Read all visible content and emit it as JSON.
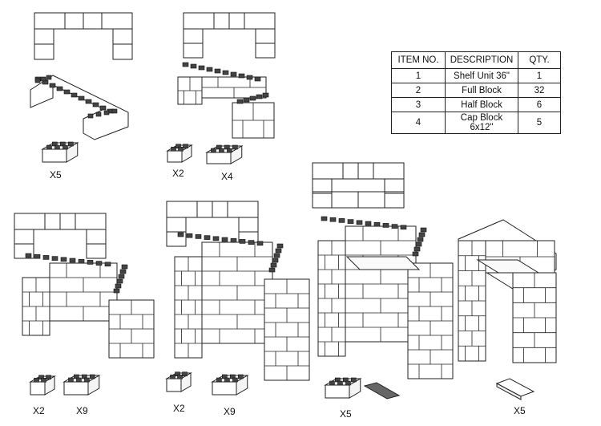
{
  "bom": {
    "headers": [
      "ITEM NO.",
      "DESCRIPTION",
      "QTY."
    ],
    "rows": [
      {
        "item": "1",
        "desc": "Shelf Unit 36\"",
        "qty": "1"
      },
      {
        "item": "2",
        "desc": "Full Block",
        "qty": "32"
      },
      {
        "item": "3",
        "desc": "Half Block",
        "qty": "6"
      },
      {
        "item": "4",
        "desc": "Cap Block\n6x12\"",
        "qty": "5"
      }
    ]
  },
  "step1": {
    "full_qty": "X5"
  },
  "step2": {
    "half_qty": "X2",
    "full_qty": "X4"
  },
  "step3": {
    "half_qty": "X2",
    "full_qty": "X9"
  },
  "step4": {
    "half_qty": "X2",
    "full_qty": "X9"
  },
  "step5": {
    "full_qty": "X5"
  },
  "step6": {
    "cap_qty": "X5"
  }
}
